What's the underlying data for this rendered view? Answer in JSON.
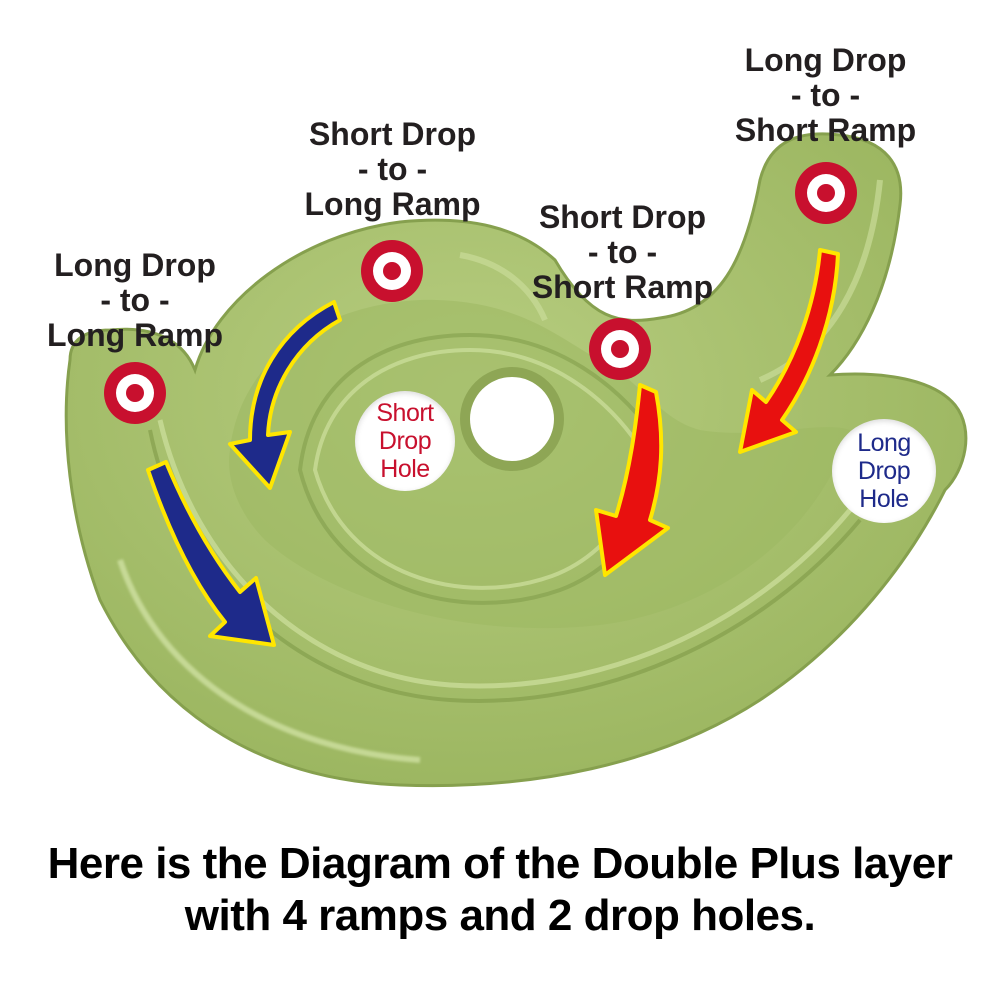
{
  "colors": {
    "tray": "#a4bd6a",
    "tray_shadow": "#7f9a48",
    "tray_highlight": "#c9dc98",
    "target_red": "#c8102e",
    "blue_arrow": "#1e2a8a",
    "red_arrow": "#e8100f",
    "arrow_outline": "#ffe600",
    "short_hole_text": "#c8102e",
    "long_hole_text": "#1e2a8a"
  },
  "ramps": [
    {
      "line1": "Long Drop",
      "line2": "- to -",
      "line3": "Long Ramp",
      "arrow_color": "blue"
    },
    {
      "line1": "Short Drop",
      "line2": "- to -",
      "line3": "Long Ramp",
      "arrow_color": "blue"
    },
    {
      "line1": "Short Drop",
      "line2": "- to -",
      "line3": "Short Ramp",
      "arrow_color": "red"
    },
    {
      "line1": "Long Drop",
      "line2": "- to -",
      "line3": "Short Ramp",
      "arrow_color": "red"
    }
  ],
  "holes": {
    "short": {
      "line1": "Short",
      "line2": "Drop",
      "line3": "Hole"
    },
    "long": {
      "line1": "Long",
      "line2": "Drop",
      "line3": "Hole"
    }
  },
  "caption": {
    "line1": "Here is the Diagram of the Double Plus layer",
    "line2": "with 4 ramps and 2 drop holes."
  }
}
